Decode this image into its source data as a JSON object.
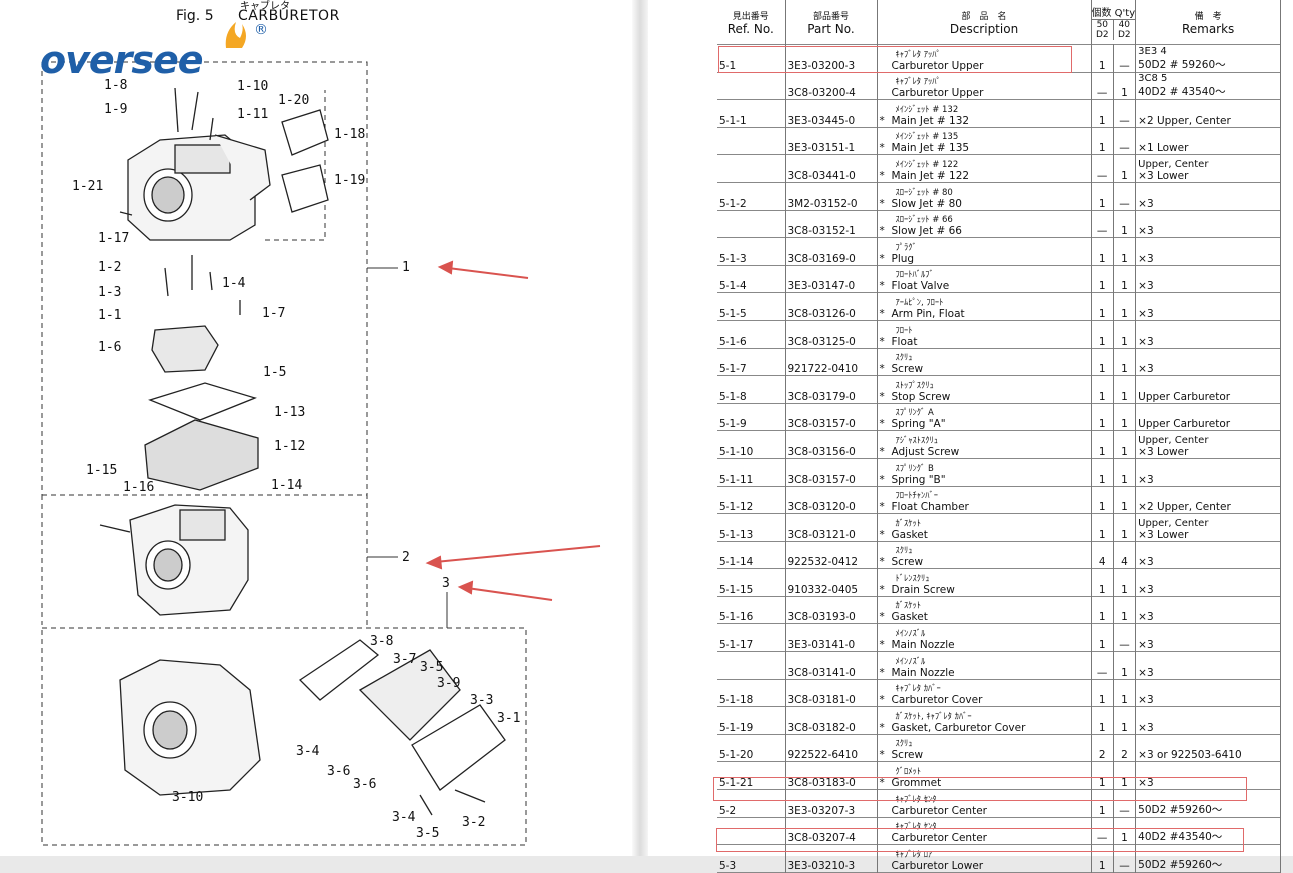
{
  "figure": {
    "fig_label": "Fig. 5",
    "title_kana": "キャブレタ",
    "title": "CARBURETOR"
  },
  "brand": {
    "logo_text": "oversee",
    "reg_mark": "®",
    "watermark_text": "oversee"
  },
  "callouts": {
    "main": [
      "1",
      "2",
      "3"
    ],
    "group1": [
      "1-8",
      "1-9",
      "1-10",
      "1-11",
      "1-20",
      "1-18",
      "1-19",
      "1-21",
      "1-17",
      "1-2",
      "1-4",
      "1-3",
      "1-1",
      "1-7",
      "1-6",
      "1-5",
      "1-13",
      "1-12",
      "1-15",
      "1-16",
      "1-14"
    ],
    "group3": [
      "3-8",
      "3-7",
      "3-5",
      "3-9",
      "3-3",
      "3-1",
      "3-4",
      "3-6",
      "3-6",
      "3-10",
      "3-4",
      "3-5",
      "3-2"
    ]
  },
  "table": {
    "headers": {
      "ref_jp": "見出番号",
      "ref": "Ref. No.",
      "part_jp": "部品番号",
      "part": "Part No.",
      "desc_jp": "部　品　名",
      "desc": "Description",
      "qty_jp": "個数 Q'ty",
      "qty_a": "50\nD2",
      "qty_b": "40\nD2",
      "rem_jp": "備　考",
      "rem": "Remarks"
    },
    "rows": [
      {
        "ref": "5-1",
        "part": "3E3-03200-3",
        "star": "",
        "jp": "ｷｬﾌﾞﾚﾀ ｱｯﾊﾟ",
        "desc": "Carburetor  Upper",
        "a": "1",
        "b": "—",
        "r1": "3E3 4",
        "r2": "50D2 # 59260～"
      },
      {
        "ref": "",
        "part": "3C8-03200-4",
        "star": "",
        "jp": "ｷｬﾌﾞﾚﾀ ｱｯﾊﾟ",
        "desc": "Carburetor  Upper",
        "a": "—",
        "b": "1",
        "r1": "3C8 5",
        "r2": "40D2 # 43540～"
      },
      {
        "ref": "5-1-1",
        "part": "3E3-03445-0",
        "star": "*",
        "jp": "ﾒｲﾝｼﾞｪｯﾄ # 132",
        "desc": "Main Jet # 132",
        "a": "1",
        "b": "—",
        "r1": "",
        "r2": "×2  Upper, Center"
      },
      {
        "ref": "",
        "part": "3E3-03151-1",
        "star": "*",
        "jp": "ﾒｲﾝｼﾞｪｯﾄ # 135",
        "desc": "Main Jet # 135",
        "a": "1",
        "b": "—",
        "r1": "",
        "r2": "×1  Lower"
      },
      {
        "ref": "",
        "part": "3C8-03441-0",
        "star": "*",
        "jp": "ﾒｲﾝｼﾞｪｯﾄ # 122",
        "desc": "Main Jet # 122",
        "a": "—",
        "b": "1",
        "r1": "Upper, Center",
        "r2": "×3  Lower"
      },
      {
        "ref": "5-1-2",
        "part": "3M2-03152-0",
        "star": "*",
        "jp": "ｽﾛｰｼﾞｪｯﾄ # 80",
        "desc": "Slow Jet # 80",
        "a": "1",
        "b": "—",
        "r1": "",
        "r2": "×3"
      },
      {
        "ref": "",
        "part": "3C8-03152-1",
        "star": "*",
        "jp": "ｽﾛｰｼﾞｪｯﾄ # 66",
        "desc": "Slow Jet # 66",
        "a": "—",
        "b": "1",
        "r1": "",
        "r2": "×3"
      },
      {
        "ref": "5-1-3",
        "part": "3C8-03169-0",
        "star": "*",
        "jp": "ﾌﾟﾗｸﾞ",
        "desc": "Plug",
        "a": "1",
        "b": "1",
        "r1": "",
        "r2": "×3"
      },
      {
        "ref": "5-1-4",
        "part": "3E3-03147-0",
        "star": "*",
        "jp": "ﾌﾛｰﾄﾊﾞﾙﾌﾞ",
        "desc": "Float Valve",
        "a": "1",
        "b": "1",
        "r1": "",
        "r2": "×3"
      },
      {
        "ref": "5-1-5",
        "part": "3C8-03126-0",
        "star": "*",
        "jp": "ｱｰﾑﾋﾟﾝ, ﾌﾛｰﾄ",
        "desc": "Arm Pin, Float",
        "a": "1",
        "b": "1",
        "r1": "",
        "r2": "×3"
      },
      {
        "ref": "5-1-6",
        "part": "3C8-03125-0",
        "star": "*",
        "jp": "ﾌﾛｰﾄ",
        "desc": "Float",
        "a": "1",
        "b": "1",
        "r1": "",
        "r2": "×3"
      },
      {
        "ref": "5-1-7",
        "part": "921722-0410",
        "star": "*",
        "jp": "ｽｸﾘｭ",
        "desc": "Screw",
        "a": "1",
        "b": "1",
        "r1": "",
        "r2": "×3"
      },
      {
        "ref": "5-1-8",
        "part": "3C8-03179-0",
        "star": "*",
        "jp": "ｽﾄｯﾌﾟｽｸﾘｭ",
        "desc": "Stop Screw",
        "a": "1",
        "b": "1",
        "r1": "",
        "r2": "Upper Carburetor"
      },
      {
        "ref": "5-1-9",
        "part": "3C8-03157-0",
        "star": "*",
        "jp": "ｽﾌﾟﾘﾝｸﾞ A",
        "desc": "Spring \"A\"",
        "a": "1",
        "b": "1",
        "r1": "",
        "r2": "Upper Carburetor"
      },
      {
        "ref": "5-1-10",
        "part": "3C8-03156-0",
        "star": "*",
        "jp": "ｱｼﾞｬｽﾄｽｸﾘｭ",
        "desc": "Adjust Screw",
        "a": "1",
        "b": "1",
        "r1": "Upper, Center",
        "r2": "×3  Lower"
      },
      {
        "ref": "5-1-11",
        "part": "3C8-03157-0",
        "star": "*",
        "jp": "ｽﾌﾟﾘﾝｸﾞ B",
        "desc": "Spring \"B\"",
        "a": "1",
        "b": "1",
        "r1": "",
        "r2": "×3"
      },
      {
        "ref": "5-1-12",
        "part": "3C8-03120-0",
        "star": "*",
        "jp": "ﾌﾛｰﾄﾁｬﾝﾊﾞｰ",
        "desc": "Float Chamber",
        "a": "1",
        "b": "1",
        "r1": "",
        "r2": "×2  Upper, Center"
      },
      {
        "ref": "5-1-13",
        "part": "3C8-03121-0",
        "star": "*",
        "jp": "ｶﾞｽｹｯﾄ",
        "desc": "Gasket",
        "a": "1",
        "b": "1",
        "r1": "Upper, Center",
        "r2": "×3  Lower"
      },
      {
        "ref": "5-1-14",
        "part": "922532-0412",
        "star": "*",
        "jp": "ｽｸﾘｭ",
        "desc": "Screw",
        "a": "4",
        "b": "4",
        "r1": "",
        "r2": "×3"
      },
      {
        "ref": "5-1-15",
        "part": "910332-0405",
        "star": "*",
        "jp": "ﾄﾞﾚﾝｽｸﾘｭ",
        "desc": "Drain Screw",
        "a": "1",
        "b": "1",
        "r1": "",
        "r2": "×3"
      },
      {
        "ref": "5-1-16",
        "part": "3C8-03193-0",
        "star": "*",
        "jp": "ｶﾞｽｹｯﾄ",
        "desc": "Gasket",
        "a": "1",
        "b": "1",
        "r1": "",
        "r2": "×3"
      },
      {
        "ref": "5-1-17",
        "part": "3E3-03141-0",
        "star": "*",
        "jp": "ﾒｲﾝﾉｽﾞﾙ",
        "desc": "Main Nozzle",
        "a": "1",
        "b": "—",
        "r1": "",
        "r2": "×3"
      },
      {
        "ref": "",
        "part": "3C8-03141-0",
        "star": "*",
        "jp": "ﾒｲﾝﾉｽﾞﾙ",
        "desc": "Main Nozzle",
        "a": "—",
        "b": "1",
        "r1": "",
        "r2": "×3"
      },
      {
        "ref": "5-1-18",
        "part": "3C8-03181-0",
        "star": "*",
        "jp": "ｷｬﾌﾞﾚﾀ ｶﾊﾞｰ",
        "desc": "Carburetor Cover",
        "a": "1",
        "b": "1",
        "r1": "",
        "r2": "×3"
      },
      {
        "ref": "5-1-19",
        "part": "3C8-03182-0",
        "star": "*",
        "jp": "ｶﾞｽｹｯﾄ, ｷｬﾌﾞﾚﾀ ｶﾊﾞｰ",
        "desc": "Gasket, Carburetor Cover",
        "a": "1",
        "b": "1",
        "r1": "",
        "r2": "×3"
      },
      {
        "ref": "5-1-20",
        "part": "922522-6410",
        "star": "*",
        "jp": "ｽｸﾘｭ",
        "desc": "Screw",
        "a": "2",
        "b": "2",
        "r1": "",
        "r2": "×3   or 922503-6410"
      },
      {
        "ref": "5-1-21",
        "part": "3C8-03183-0",
        "star": "*",
        "jp": "ｸﾞﾛﾒｯﾄ",
        "desc": "Grommet",
        "a": "1",
        "b": "1",
        "r1": "",
        "r2": "×3"
      },
      {
        "ref": "5-2",
        "part": "3E3-03207-3",
        "star": "",
        "jp": "ｷｬﾌﾞﾚﾀ ｾﾝﾀ",
        "desc": "Carburetor  Center",
        "a": "1",
        "b": "—",
        "r1": "",
        "r2": "50D2  #59260～"
      },
      {
        "ref": "",
        "part": "3C8-03207-4",
        "star": "",
        "jp": "ｷｬﾌﾞﾚﾀ ｾﾝﾀ",
        "desc": "Carburetor  Center",
        "a": "—",
        "b": "1",
        "r1": "",
        "r2": "40D2 #43540～"
      },
      {
        "ref": "5-3",
        "part": "3E3-03210-3",
        "star": "",
        "jp": "ｷｬﾌﾞﾚﾀ ﾛｱ",
        "desc": "Carburetor  Lower",
        "a": "1",
        "b": "—",
        "r1": "",
        "r2": "50D2  #59260～"
      }
    ]
  }
}
